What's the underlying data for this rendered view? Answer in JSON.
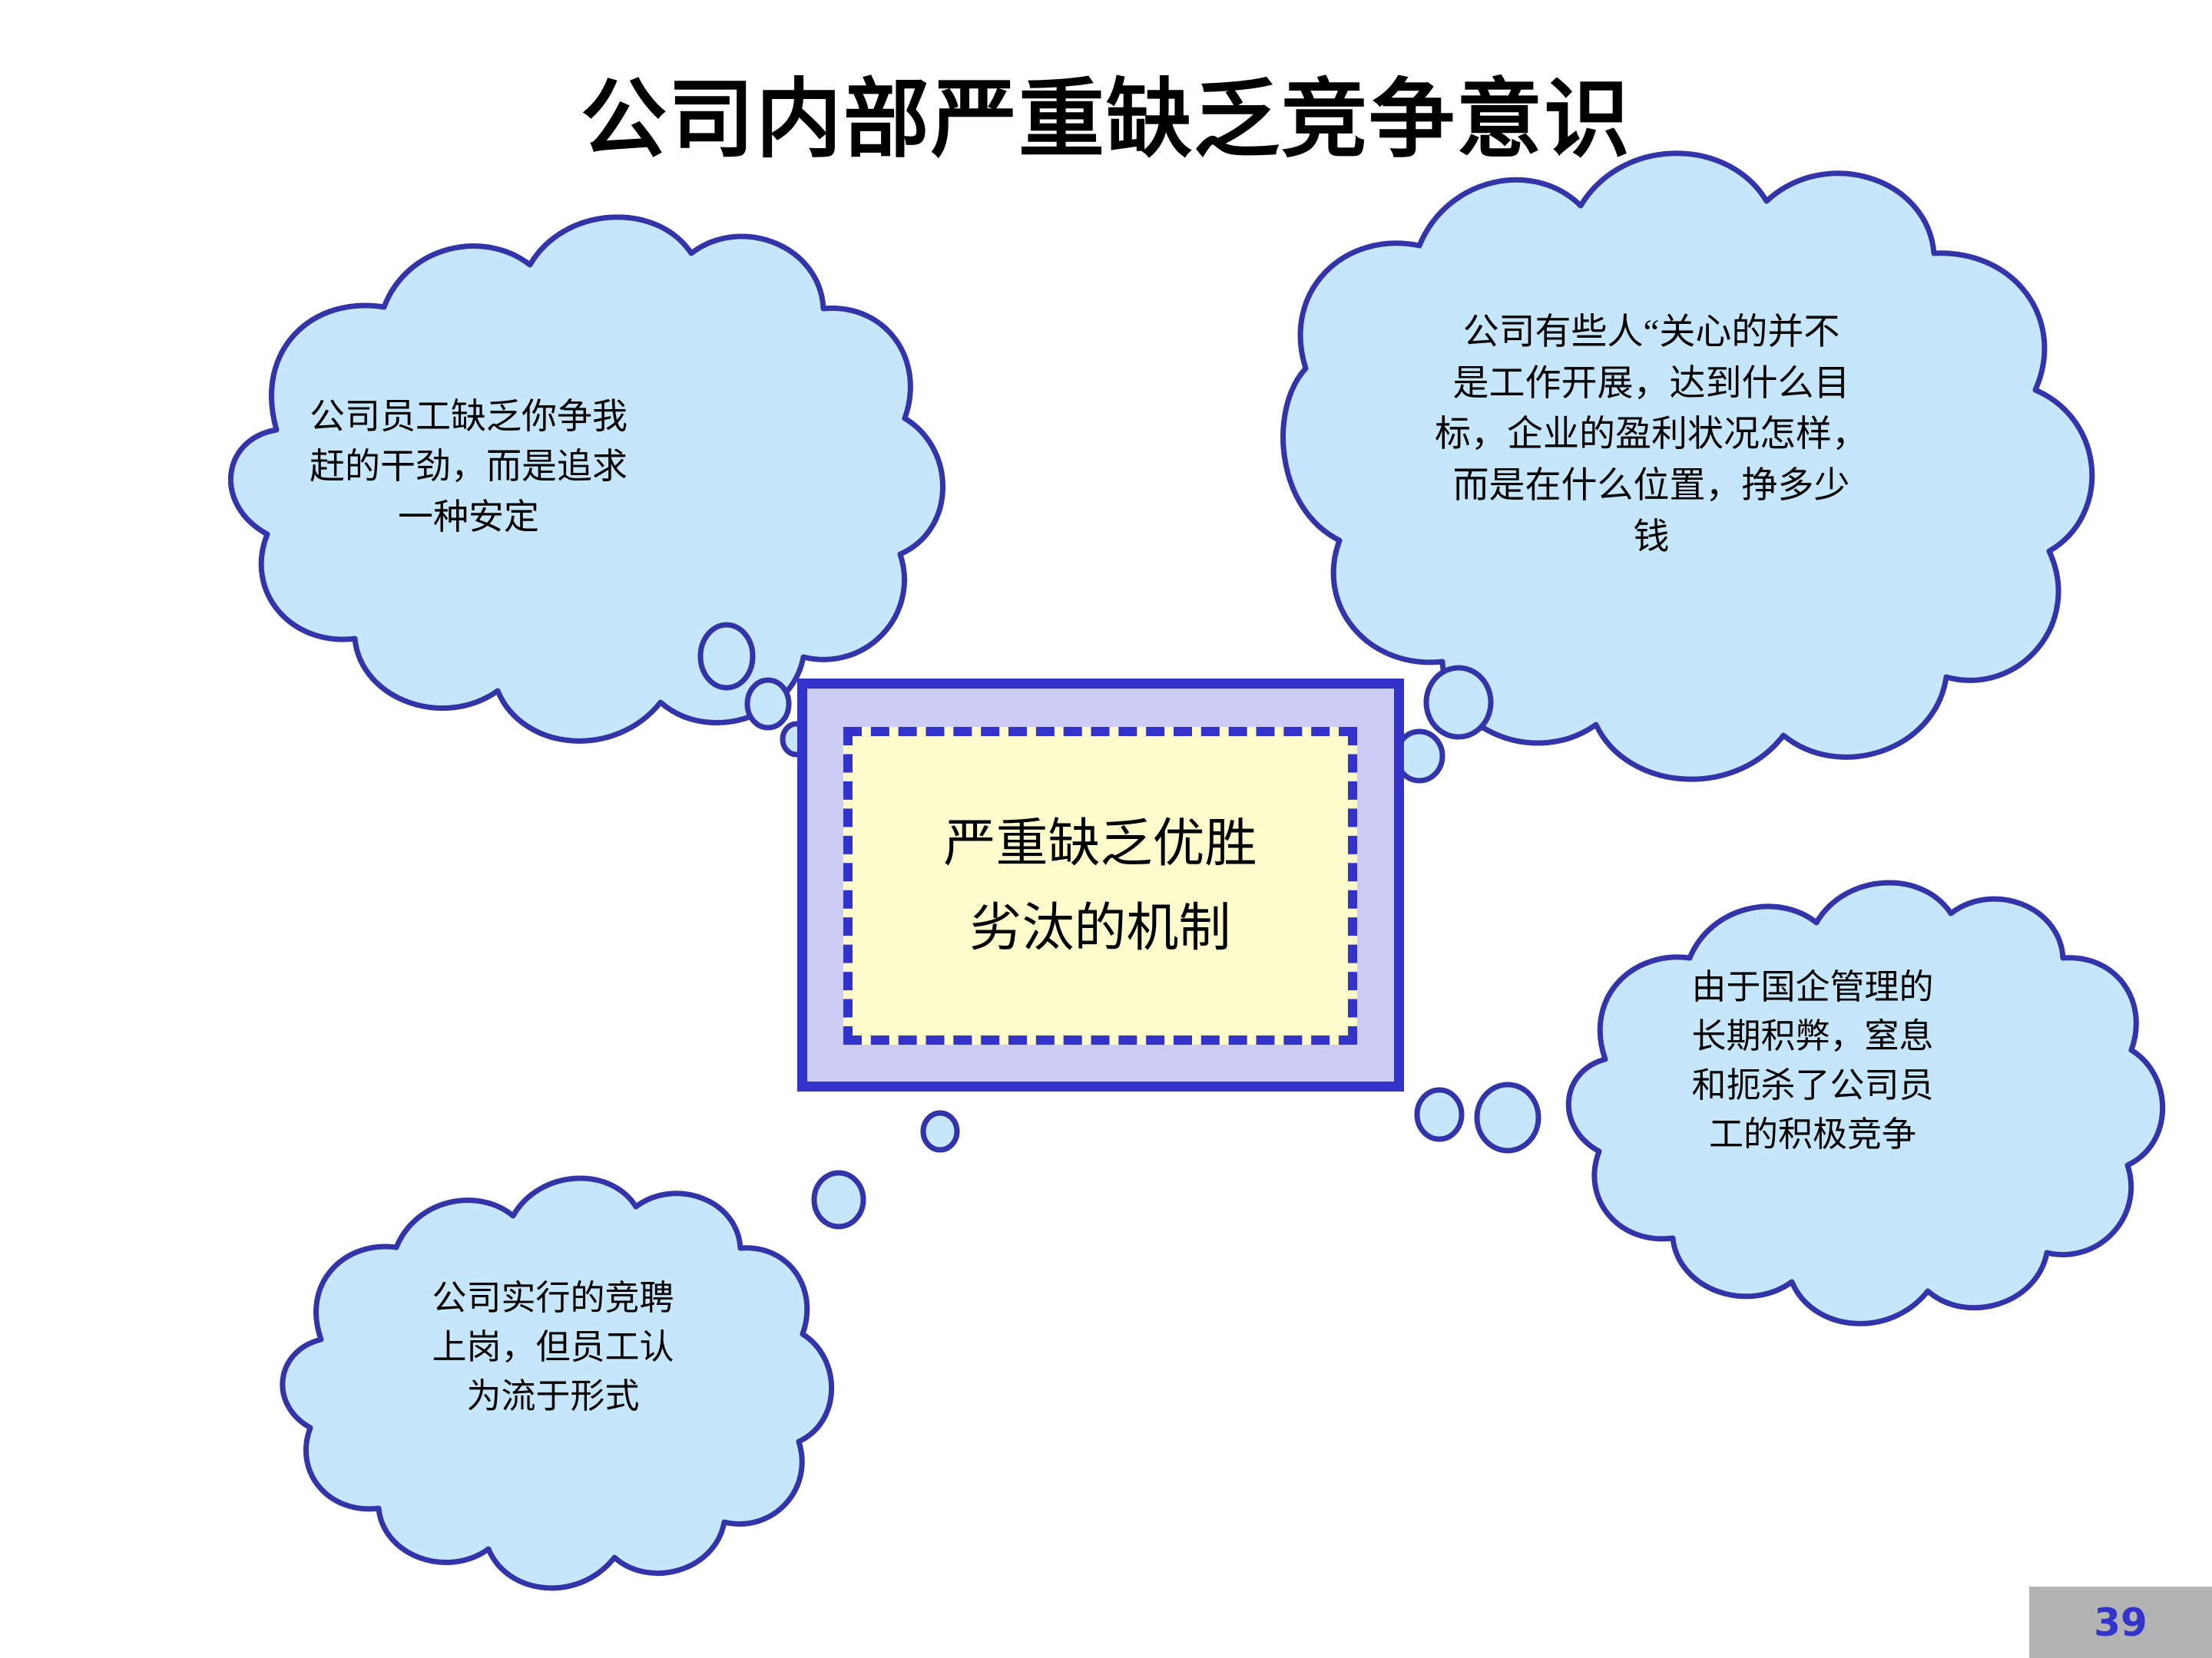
{
  "slide": {
    "title": "公司内部严重缺乏竞争意识",
    "page_number": "39",
    "background_color": "#ffffff"
  },
  "colors": {
    "cloud_fill": "#c6e7fb",
    "cloud_stroke": "#3333aa",
    "box_border": "#3333cc",
    "box_outer_fill": "#ccccf7",
    "box_inner_fill": "#fdfbcc",
    "title_text": "#000000",
    "page_plate": "#b3b3b3",
    "page_number_text": "#3333cc"
  },
  "center_box": {
    "text": "严重缺乏优胜\n劣汰的机制"
  },
  "clouds": [
    {
      "id": "cloud-employees-stability",
      "position": "top-left",
      "text": "公司员工缺乏你争我\n赶的干劲，而是追求\n一种安定"
    },
    {
      "id": "cloud-what-people-care-about",
      "position": "top-right",
      "text": "公司有些人“关心的并不\n是工作开展，达到什么目\n标，企业的盈利状况怎样，\n而是在什么位置，挣多少\n钱"
    },
    {
      "id": "cloud-soe-management-legacy",
      "position": "bottom-right",
      "text": "由于国企管理的\n长期积弊，窒息\n和扼杀了公司员\n工的积极竞争"
    },
    {
      "id": "cloud-competitive-hiring-formality",
      "position": "bottom-left",
      "text": "公司实行的竞聘\n上岗，但员工认\n为流于形式"
    }
  ]
}
